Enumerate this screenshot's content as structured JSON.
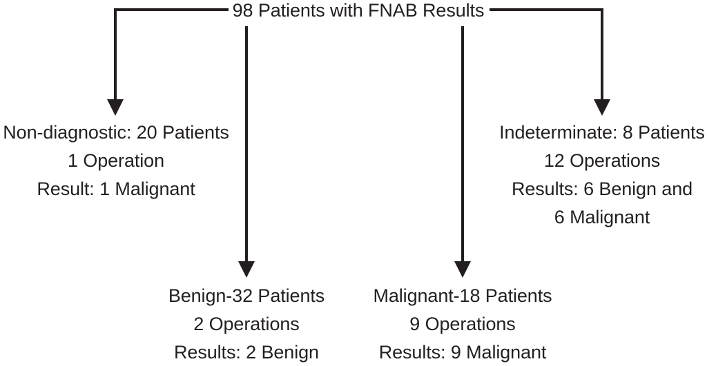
{
  "diagram": {
    "title": "98 Patients with FNAB Results",
    "type": "flowchart",
    "root": {
      "id": "root",
      "label": "98 Patients with FNAB Results",
      "lines": [
        "98 Patients with FNAB Results"
      ]
    },
    "branches": [
      {
        "id": "non-diagnostic",
        "lines": [
          "Non-diagnostic: 20 Patients",
          "1 Operation",
          "Result: 1 Malignant"
        ],
        "category": "Non-diagnostic",
        "patients": 20,
        "operations": 1,
        "results": "1 Malignant"
      },
      {
        "id": "benign",
        "lines": [
          "Benign-32 Patients",
          "2 Operations",
          "Results: 2 Benign"
        ],
        "category": "Benign",
        "patients": 32,
        "operations": 2,
        "results": "2 Benign"
      },
      {
        "id": "malignant",
        "lines": [
          "Malignant-18 Patients",
          "9 Operations",
          "Results: 9 Malignant"
        ],
        "category": "Malignant",
        "patients": 18,
        "operations": 9,
        "results": "9 Malignant"
      },
      {
        "id": "indeterminate",
        "lines": [
          "Indeterminate: 8 Patients",
          "12 Operations",
          "Results: 6 Benign and",
          "6 Malignant"
        ],
        "category": "Indeterminate",
        "patients": 8,
        "operations": 12,
        "results": "6 Benign and 6 Malignant"
      }
    ],
    "connectors": [
      {
        "id": "connector-to-non-diagnostic",
        "arrow": "down"
      },
      {
        "id": "connector-to-benign",
        "arrow": "down"
      },
      {
        "id": "connector-to-malignant",
        "arrow": "down"
      },
      {
        "id": "connector-to-indeterminate",
        "arrow": "down"
      }
    ],
    "colors": {
      "stroke": "#231f20",
      "text": "#231f20",
      "background": "#ffffff"
    }
  }
}
